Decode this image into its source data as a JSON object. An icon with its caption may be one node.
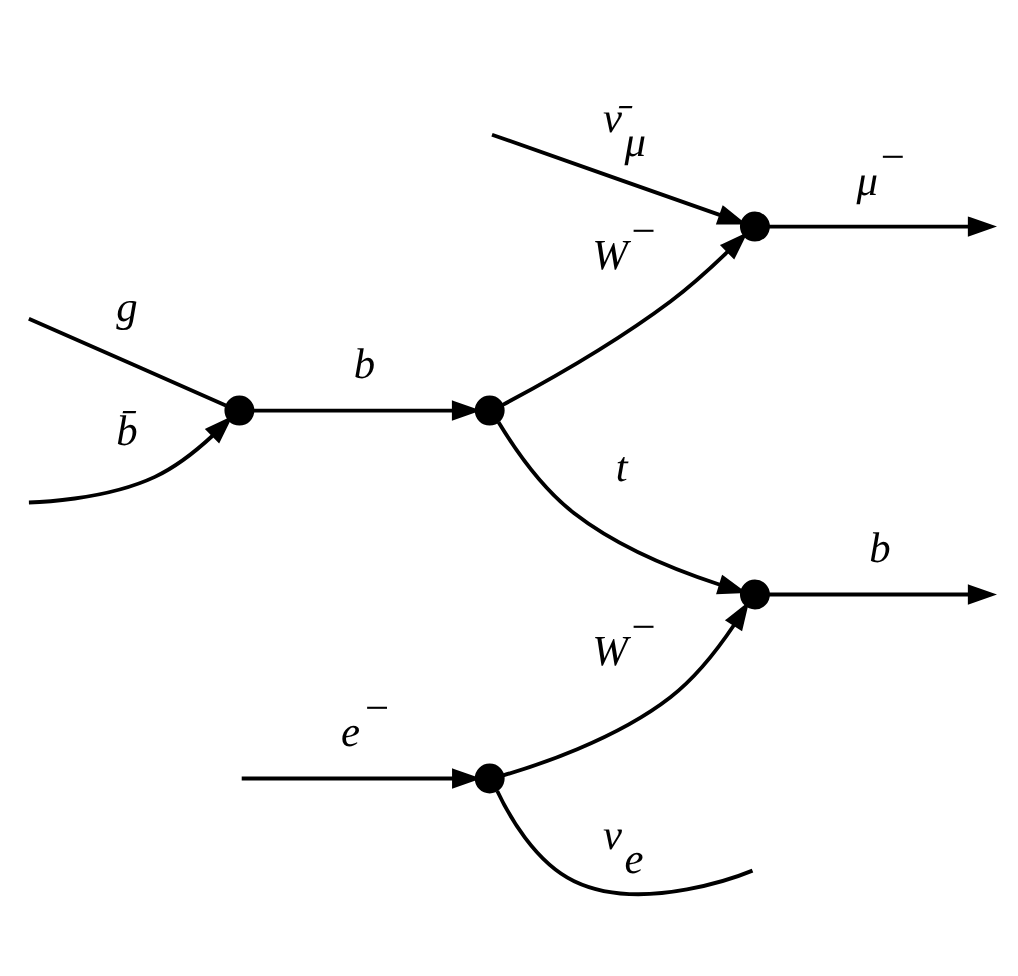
{
  "diagram": {
    "nodes": [
      {
        "text": [],
        "shape": "circle"
      },
      {
        "text": [],
        "shape": "circle"
      },
      {
        "text": [],
        "shape": "circle"
      },
      {
        "text": [],
        "shape": "circle"
      },
      {
        "text": [],
        "shape": "circle"
      }
    ],
    "edges": [
      {
        "from": 0,
        "to": null,
        "arrow": "none",
        "label": "ν$_{e}$"
      },
      {
        "from": null,
        "to": 0,
        "arrow": "to",
        "label": "e$^{−}$"
      },
      {
        "from": 0,
        "to": 1,
        "arrow": "to",
        "label": "W$^{−}$"
      },
      {
        "from": 1,
        "to": null,
        "arrow": "to",
        "label": "b"
      },
      {
        "from": 2,
        "to": 1,
        "arrow": "to",
        "label": "t"
      },
      {
        "from": 2,
        "to": 4,
        "arrow": "to",
        "label": "W$^{−}$"
      },
      {
        "from": 3,
        "to": 2,
        "arrow": "to",
        "label": "b"
      },
      {
        "from": null,
        "to": 4,
        "arrow": "to",
        "label": "ν̄$_{μ}$"
      },
      {
        "from": 4,
        "to": null,
        "arrow": "to",
        "label": "μ$^{−}$"
      },
      {
        "from": null,
        "to": 3,
        "arrow": "none",
        "label": "g"
      },
      {
        "from": null,
        "to": 3,
        "arrow": "to",
        "label": "b̄"
      }
    ]
  }
}
